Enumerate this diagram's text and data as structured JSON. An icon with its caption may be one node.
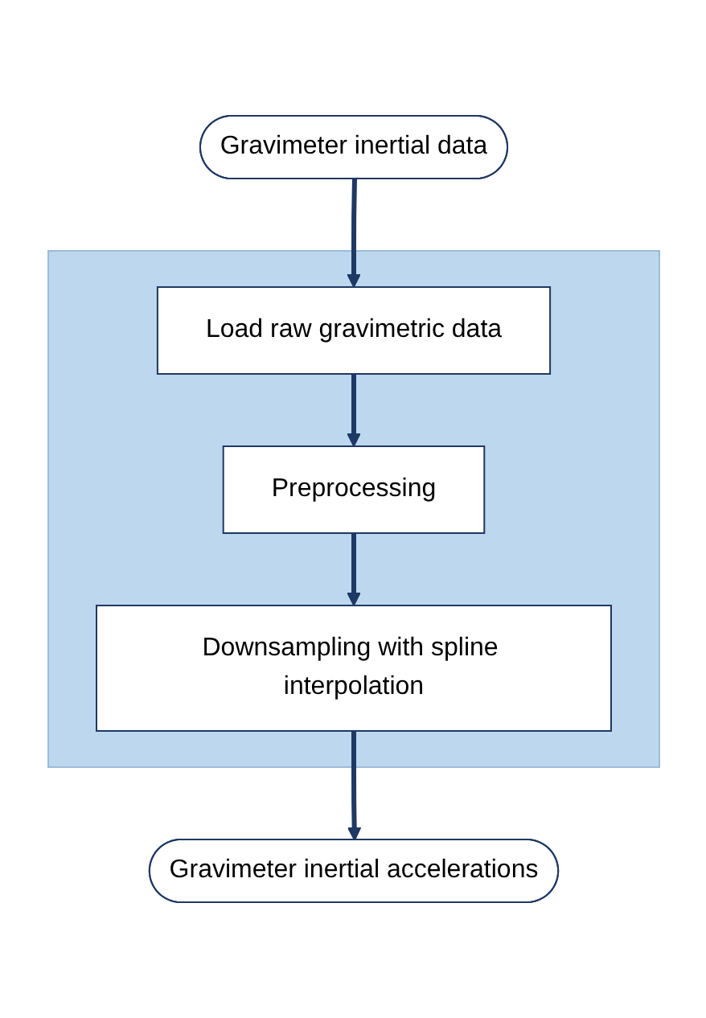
{
  "diagram": {
    "nodes": [
      {
        "text": [
          "Gravimeter inertial data"
        ]
      },
      {
        "text": [],
        "shape": "box"
      },
      {
        "text": [
          "Load raw gravimetric data"
        ],
        "in": 1
      },
      {
        "text": [
          "Preprocessing"
        ],
        "in": 1
      },
      {
        "text": [
          "Downsampling with spline interpolation"
        ],
        "in": 1
      },
      {
        "text": [
          "Gravimeter inertial accelerations"
        ]
      }
    ],
    "edges": [
      {
        "from": 0,
        "to": 2,
        "arrow": "to"
      },
      {
        "from": 2,
        "to": 3,
        "arrow": "to"
      },
      {
        "from": 3,
        "to": 4,
        "arrow": "to"
      },
      {
        "from": 4,
        "to": 5,
        "arrow": "to"
      }
    ]
  }
}
